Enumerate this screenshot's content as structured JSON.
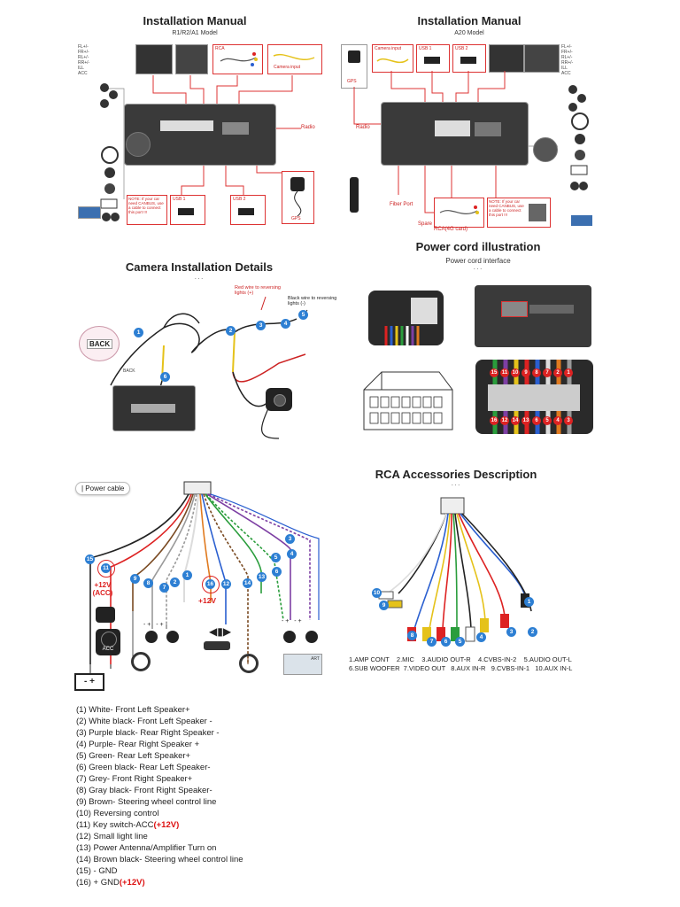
{
  "left_manual": {
    "title": "Installation Manual",
    "model": "R1/R2/A1 Model",
    "labels": {
      "rca": "RCA",
      "camera_input": "Camera input",
      "radio": "Radio",
      "usb1": "USB 1",
      "usb2": "USB 2",
      "gps": "GPS",
      "note": "NOTE: If your car need CANBUS, use a cable to connect this port !!!"
    }
  },
  "right_manual": {
    "title": "Installation Manual",
    "model": "A20 Model",
    "labels": {
      "camera_input": "Camera input",
      "usb1": "USB 1",
      "usb2": "USB 2",
      "gps": "GPS",
      "radio": "Radio",
      "fiber_port": "Fiber Port",
      "spare": "Spare",
      "rca": "RCA(4G card)",
      "note": "NOTE: If your car need CANBUS, use a cable to connect this port !!!"
    }
  },
  "camera_section": {
    "title": "Camera Installation Details",
    "dots": "···",
    "red_wire": "Red wire to reversing lights (+)",
    "black_wire": "Black wire to reversing lights (-)",
    "back_tag": "BACK",
    "back_small": "BACK"
  },
  "power_section": {
    "title": "Power cord illustration",
    "subtitle": "Power cord interface",
    "dots": "···",
    "top_pins": [
      "15",
      "11",
      "10",
      "9",
      "8",
      "7",
      "2",
      "1"
    ],
    "bottom_pins": [
      "16",
      "12",
      "14",
      "13",
      "6",
      "5",
      "4",
      "3"
    ]
  },
  "power_cable": {
    "label": "| Power cable",
    "plus12_acc": "+12V (ACC)",
    "plus12": "+12V",
    "acc": "ACC",
    "art": "ART"
  },
  "rca_section": {
    "title": "RCA Accessories Description",
    "dots": "···",
    "line1": "1.AMP CONT    2.MIC    3.AUDIO OUT-R    4.CVBS-IN-2    5.AUDIO OUT-L",
    "line2": "6.SUB WOOFER  7.VIDEO OUT   8.AUX IN-R   9.CVBS-IN-1   10.AUX IN-L"
  },
  "legend": [
    {
      "text": "(1) White- Front Left Speaker+",
      "red": ""
    },
    {
      "text": "(2) White black- Front Left Speaker -",
      "red": ""
    },
    {
      "text": "(3) Purple black- Rear Right Speaker -",
      "red": ""
    },
    {
      "text": "(4) Purple-  Rear Right Speaker +",
      "red": ""
    },
    {
      "text": "(5) Green- Rear Left Speaker+",
      "red": ""
    },
    {
      "text": "(6) Green black- Rear Left Speaker-",
      "red": ""
    },
    {
      "text": "(7) Grey- Front Right Speaker+",
      "red": ""
    },
    {
      "text": "(8) Gray black- Front Right Speaker-",
      "red": ""
    },
    {
      "text": "(9) Brown- Steering wheel control line",
      "red": ""
    },
    {
      "text": "(10) Reversing control",
      "red": ""
    },
    {
      "text": "(11) Key switch-ACC",
      "red": "(+12V)"
    },
    {
      "text": "(12) Small light line",
      "red": ""
    },
    {
      "text": "(13) Power Antenna/Amplifier Turn on",
      "red": ""
    },
    {
      "text": "(14) Brown black- Steering wheel control line",
      "red": ""
    },
    {
      "text": "(15) - GND",
      "red": ""
    },
    {
      "text": "(16) + GND",
      "red": "(+12V)"
    }
  ],
  "colors": {
    "accent_red": "#d11a1a",
    "badge_blue": "#2d7fd3",
    "wire_white": "#dcdcdc",
    "wire_purple": "#7d3fa3",
    "wire_green": "#2a9d3c",
    "wire_grey": "#9a9a9a",
    "wire_brown": "#7a4a22",
    "wire_red": "#d22",
    "wire_blue": "#2a5fd0",
    "wire_orange": "#e07a1f",
    "wire_yellow": "#e5c21a",
    "wire_black": "#222"
  }
}
